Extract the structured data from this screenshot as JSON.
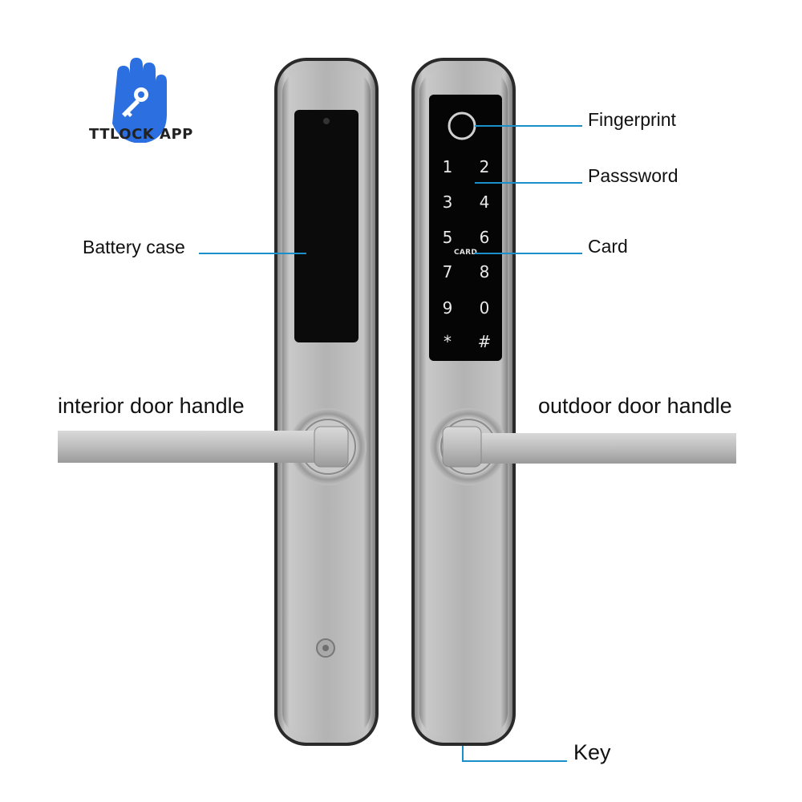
{
  "logo": {
    "text": "TTLOCK APP",
    "accent_color": "#2b6fe0"
  },
  "labels": {
    "fingerprint": "Fingerprint",
    "password": "Passsword",
    "card": "Card",
    "battery_case": "Battery case",
    "interior_handle": "interior door handle",
    "outdoor_handle": "outdoor door handle",
    "key": "Key"
  },
  "keypad": {
    "keys": [
      "1",
      "2",
      "3",
      "4",
      "5",
      "6",
      "7",
      "8",
      "9",
      "0",
      "*",
      "#"
    ],
    "card_text": "CARD"
  },
  "colors": {
    "leader_line": "#1a8fc9",
    "panel": "#0a0a0a",
    "metal": "#b8b8b8"
  }
}
